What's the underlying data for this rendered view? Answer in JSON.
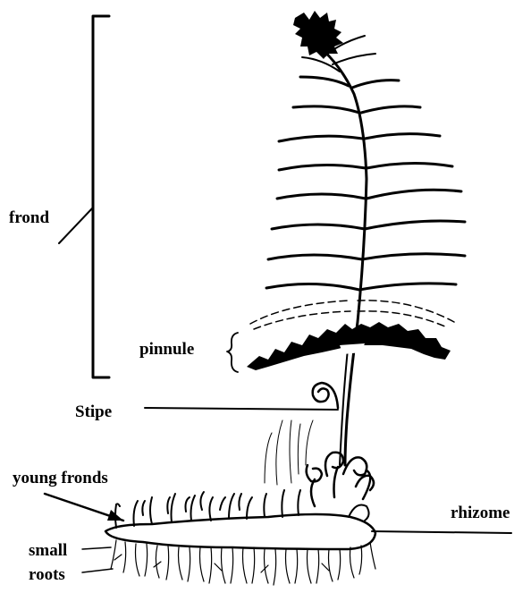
{
  "labels": {
    "frond": "frond",
    "pinnule": "pinnule",
    "stipe": "Stipe",
    "young_fronds": "young fronds",
    "rhizome": "rhizome",
    "small_roots_line1": "small",
    "small_roots_line2": "roots"
  },
  "colors": {
    "ink": "#000000",
    "background": "#ffffff"
  }
}
